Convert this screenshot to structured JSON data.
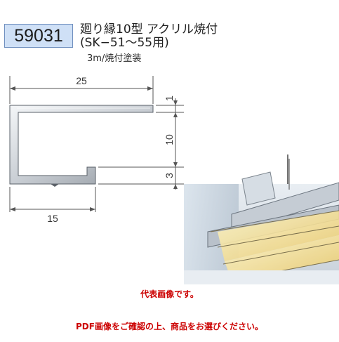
{
  "product": {
    "code": "59031",
    "title_line1": "廻り縁10型 アクリル焼付",
    "title_line2": "(SK−51〜55用)",
    "spec": "3m/焼付塗装"
  },
  "dimensions": {
    "top_width": "25",
    "bottom_width": "15",
    "gap_top": "1",
    "height_mid": "10",
    "gap_bottom": "3"
  },
  "captions": {
    "representative": "代表画像です。",
    "pdf_notice": "PDF画像をご確認の上、商品をお選びください。"
  },
  "colors": {
    "code_box_bg": "#cfe0f6",
    "caption_red": "#cc0000"
  }
}
